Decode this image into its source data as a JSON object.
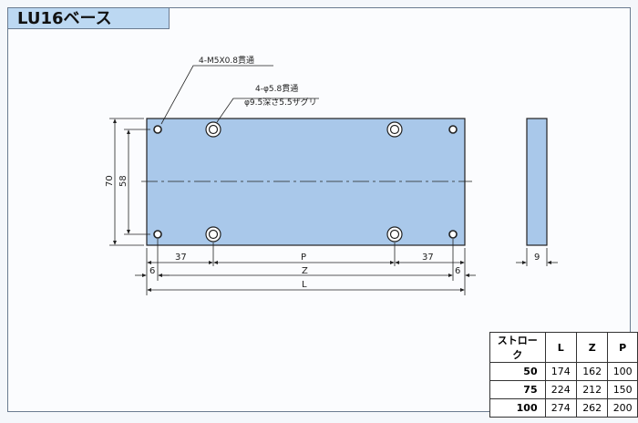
{
  "title": "LU16ベース",
  "callouts": {
    "tapped_holes": "4-M5X0.8貫通",
    "through_holes": "4-φ5.8貫通",
    "counterbore": "φ9.5深さ5.5ザグリ"
  },
  "dimensions": {
    "height_outer": "70",
    "height_pitch": "58",
    "edge_to_hole": "37",
    "edge_to_hole_right": "37",
    "pitch": "P",
    "tap_pitch": "Z",
    "length": "L",
    "edge_left": "6",
    "edge_right": "6",
    "thickness": "9"
  },
  "spec_table": {
    "headers": [
      "ストローク",
      "L",
      "Z",
      "P"
    ],
    "rows": [
      [
        "50",
        "174",
        "162",
        "100"
      ],
      [
        "75",
        "224",
        "212",
        "150"
      ],
      [
        "100",
        "274",
        "262",
        "200"
      ]
    ]
  },
  "colors": {
    "plate": "#a9c8ea",
    "title_bg": "#bcd8f2"
  }
}
